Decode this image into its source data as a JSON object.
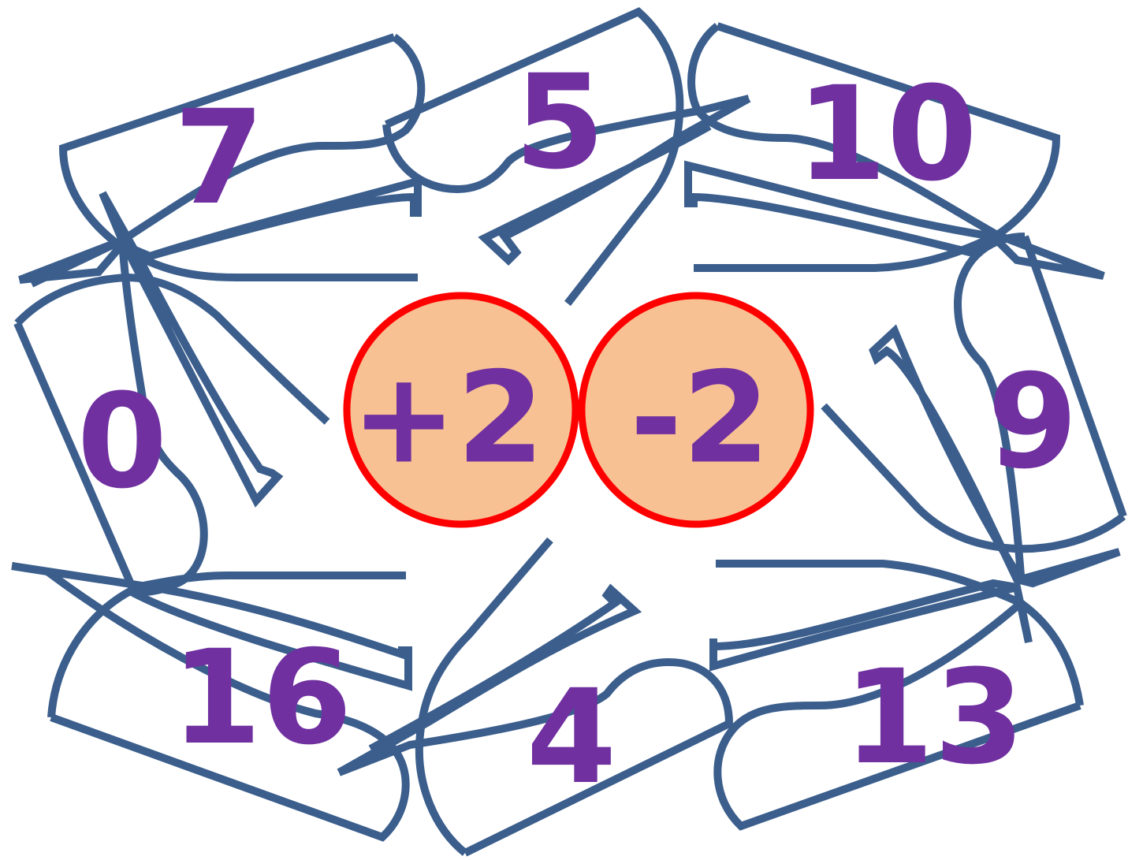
{
  "puzzle": {
    "numbers": {
      "top_left": "7",
      "top": "5",
      "top_right": "10",
      "right": "9",
      "bottom_right": "13",
      "bottom": "4",
      "bottom_left": "16",
      "left": "0"
    },
    "operators": {
      "plus": "+2",
      "minus": "-2"
    }
  },
  "colors": {
    "outline": "#3b5e8c",
    "number_text": "#7030a0",
    "circle_fill": "#f8c193",
    "circle_stroke": "#ff0000"
  }
}
